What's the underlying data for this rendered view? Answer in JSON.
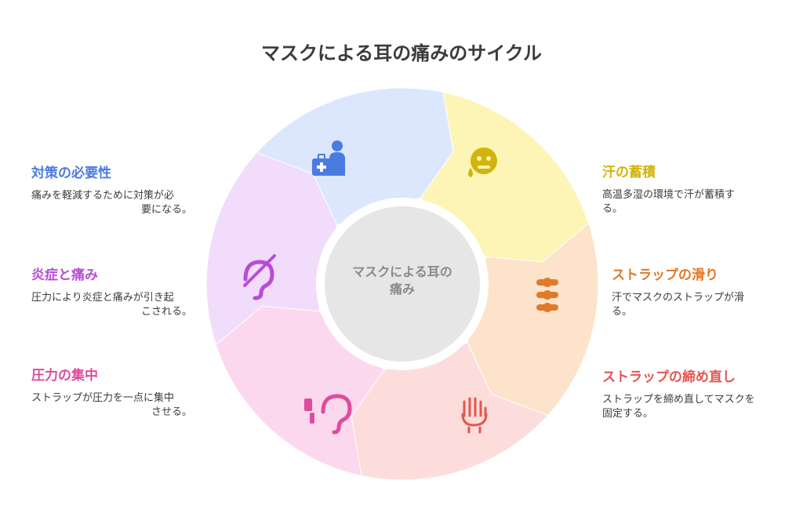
{
  "title": "マスクによる耳の痛みのサイクル",
  "center": {
    "line1": "マスクによる耳の",
    "line2": "痛み"
  },
  "steps": [
    {
      "title": "汗の蓄積",
      "desc1": "高温多湿の環境で汗が蓄積す",
      "desc2": "る。",
      "color": "#d4b30a",
      "fill": "#fcf5b6",
      "icon": "sweating-face-icon"
    },
    {
      "title": "ストラップの滑り",
      "desc1": "汗でマスクのストラップが滑",
      "desc2": "る。",
      "color": "#e07a2a",
      "fill": "#fde3cc",
      "icon": "strap-slip-icon"
    },
    {
      "title": "ストラップの締め直し",
      "desc1": "ストラップを締め直してマスクを",
      "desc2": "固定する。",
      "color": "#e5554f",
      "fill": "#fddddb",
      "icon": "hand-adjust-icon"
    },
    {
      "title": "圧力の集中",
      "desc1": "ストラップが圧力を一点に集中",
      "desc2": "させる。",
      "color": "#de4c9c",
      "fill": "#fcd8ee",
      "icon": "ear-pressure-icon"
    },
    {
      "title": "炎症と痛み",
      "desc1": "圧力により炎症と痛みが引き起",
      "desc2": "こされる。",
      "color": "#b84cd8",
      "fill": "#f2dcfc",
      "icon": "ear-pain-icon"
    },
    {
      "title": "対策の必要性",
      "desc1": "痛みを軽減するために対策が必",
      "desc2": "要になる。",
      "color": "#4a7be0",
      "fill": "#dce7fd",
      "icon": "doctor-kit-icon"
    }
  ]
}
